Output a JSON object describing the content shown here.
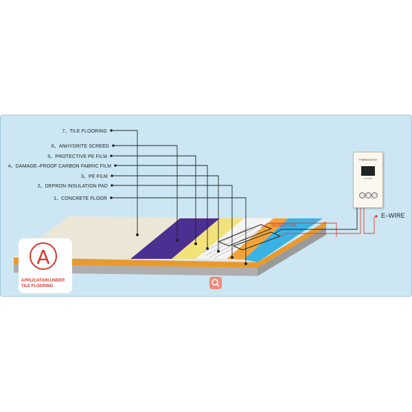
{
  "layers": [
    {
      "label": "7、TILE FLOORING"
    },
    {
      "label": "6、ANHYDRITE SCREED"
    },
    {
      "label": "5、PROTECTIVE PE FILM"
    },
    {
      "label": "4、DAMAGE–PROOF CARBON FABRIC FILM"
    },
    {
      "label": "3、PE FILM"
    },
    {
      "label": "2、DEPRON INSULATION PAD"
    },
    {
      "label": "1、CONCRETE FLOOR"
    }
  ],
  "sensitive_label": "SENSITIVE",
  "ewire_label": "E–WIRE",
  "thermostat": {
    "title": "THERMOSTAT",
    "brand": "Controller"
  },
  "badge": {
    "letter": "A",
    "text": "APPLICATION UNDER TILE FLOORING"
  },
  "icons": {
    "search": "search-icon",
    "badge": "a-circle-icon",
    "thermostat": "thermostat-icon"
  },
  "colors": {
    "panel": "#cce7f3",
    "tile": "#4b2f91",
    "accent": "#d9352c",
    "wire": "#e63a2e"
  }
}
